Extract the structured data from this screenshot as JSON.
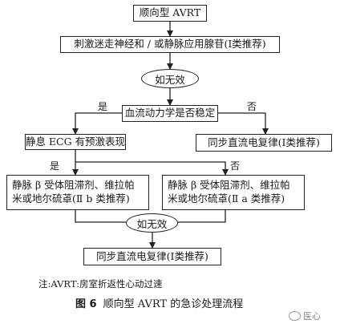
{
  "nodes": {
    "start": "顺向型 AVRT",
    "vagal_adenosine": "刺激迷走神经和 / 或静脉应用腺苷(Ⅰ类推荐)",
    "ineffective_1": "如无效",
    "hemodynamics": "血流动力学是否稳定",
    "ecg_preexcitation": "静息 ECG 有预激表现",
    "cardioversion_1": "同步直流电复律(Ⅰ类推荐)",
    "drugs_1_line1": "静脉 β 受体阻滞剂、维拉帕",
    "drugs_1_line2": "米或地尔硫䓬(Ⅱ b 类推荐)",
    "drugs_2_line1": "静脉 β 受体阻滞剂、维拉帕",
    "drugs_2_line2": "米或地尔硫䓬(Ⅱ a 类推荐)",
    "ineffective_2": "如无效",
    "cardioversion_2": "同步直流电复律(Ⅰ类推荐)"
  },
  "edge_labels": {
    "yes_1": "是",
    "no_1": "否",
    "yes_2": "是",
    "no_2": "否"
  },
  "note": "注:AVRT:房室折返性心动过速",
  "figure": {
    "number": "图 6",
    "caption": "顺向型 AVRT 的急诊处理流程"
  },
  "watermark": "医心"
}
